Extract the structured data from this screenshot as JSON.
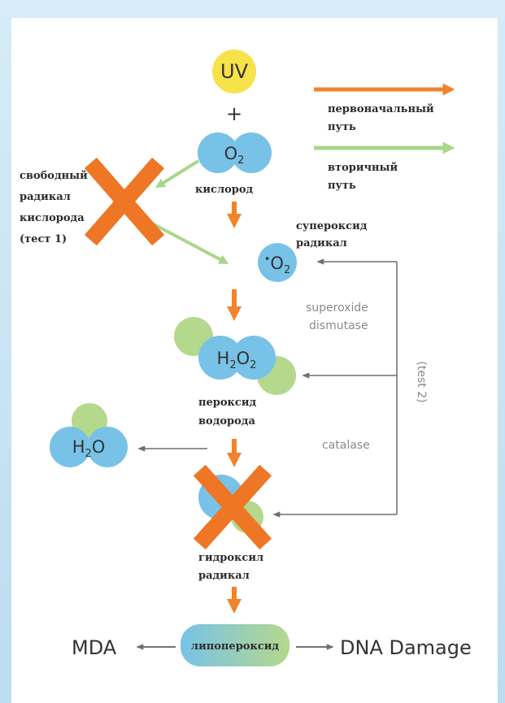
{
  "colors": {
    "primary_path": "#f0832c",
    "secondary_path": "#a9d68a",
    "blue_molecule": "#78c2e8",
    "green_molecule": "#b4d88c",
    "uv_sun": "#f7e24a",
    "x_mark": "#ee7624",
    "grey_arrow": "#6e6e6e"
  },
  "legend": {
    "primary_line1": "первоначальный",
    "primary_line2": "путь",
    "secondary_line1": "вторичный",
    "secondary_line2": "путь"
  },
  "nodes": {
    "uv": "UV",
    "plus": "+",
    "o2": {
      "main": "O",
      "sub": "2"
    },
    "o2_label": "кислород",
    "free_radical": [
      "свободный",
      "радикал",
      "кислорода",
      "(тест 1)"
    ],
    "superoxide": {
      "dot": "•",
      "main": "O",
      "sub": "2"
    },
    "superoxide_label": [
      "супероксид",
      "радикал"
    ],
    "h2o2": {
      "a": "H",
      "a_sub": "2",
      "b": "O",
      "b_sub": "2"
    },
    "h2o2_label": [
      "пероксид",
      "водорода"
    ],
    "h2o": {
      "a": "H",
      "a_sub": "2",
      "b": "O"
    },
    "hydroxyl_label": [
      "гидроксил",
      "радикал"
    ],
    "lipoperoxide": "липопероксид",
    "mda": "MDA",
    "dna_damage": "DNA Damage"
  },
  "enzymes": {
    "sod_line1": "superoxide",
    "sod_line2": "dismutase",
    "catalase": "catalase",
    "test2": "(test 2)"
  }
}
